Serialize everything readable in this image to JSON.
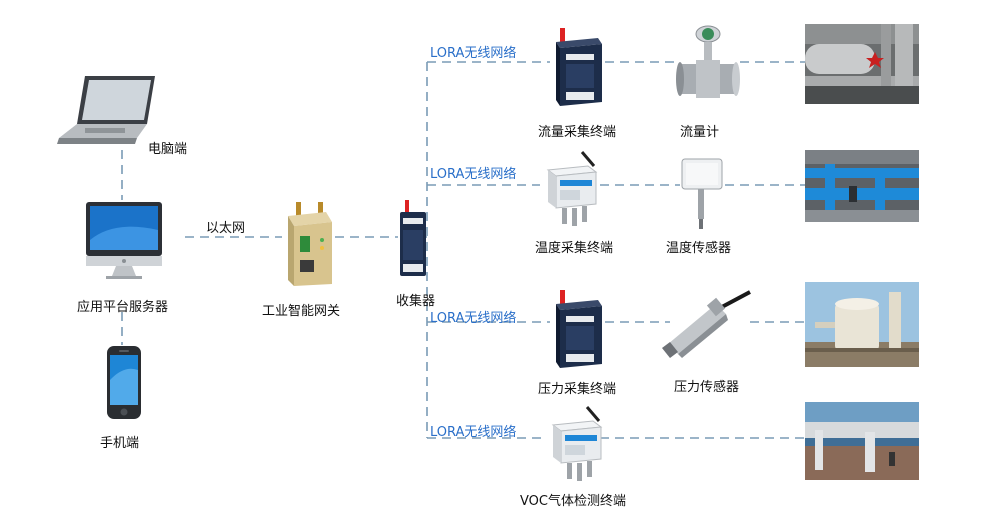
{
  "colors": {
    "link_line": "#7a9bb5",
    "lora_label": "#2a6fc9",
    "device_dark": "#1d2d4a",
    "device_light": "#e8ebee",
    "pipe_blue": "#1e8ad8"
  },
  "labels": {
    "laptop": "电脑端",
    "server": "应用平台服务器",
    "phone": "手机端",
    "ethernet": "以太网",
    "gateway": "工业智能网关",
    "collector": "收集器",
    "lora1": "LORA无线网络",
    "lora2": "LORA无线网络",
    "lora3": "LORA无线网络",
    "lora4": "LORA无线网络",
    "flow_terminal": "流量采集终端",
    "flow_meter": "流量计",
    "temp_terminal": "温度采集终端",
    "temp_sensor": "温度传感器",
    "pressure_terminal": "压力采集终端",
    "pressure_sensor": "压力传感器",
    "voc_terminal": "VOC气体检测终端"
  },
  "icons": {
    "laptop": "laptop-icon",
    "server": "monitor-icon",
    "phone": "phone-icon",
    "gateway": "gateway-icon",
    "collector": "collector-icon",
    "flow_terminal": "dtu-icon",
    "flow_meter": "flowmeter-icon",
    "temp_terminal": "sensor-box-icon",
    "temp_sensor": "temp-sensor-icon",
    "pressure_terminal": "dtu-icon",
    "pressure_sensor": "pressure-transmitter-icon",
    "voc_terminal": "sensor-box-icon",
    "photo_pipes_indoor": "pipes-photo",
    "photo_pipes_blue": "blue-pipes-photo",
    "photo_tower": "tower-photo",
    "photo_roof": "roof-pipes-photo"
  }
}
